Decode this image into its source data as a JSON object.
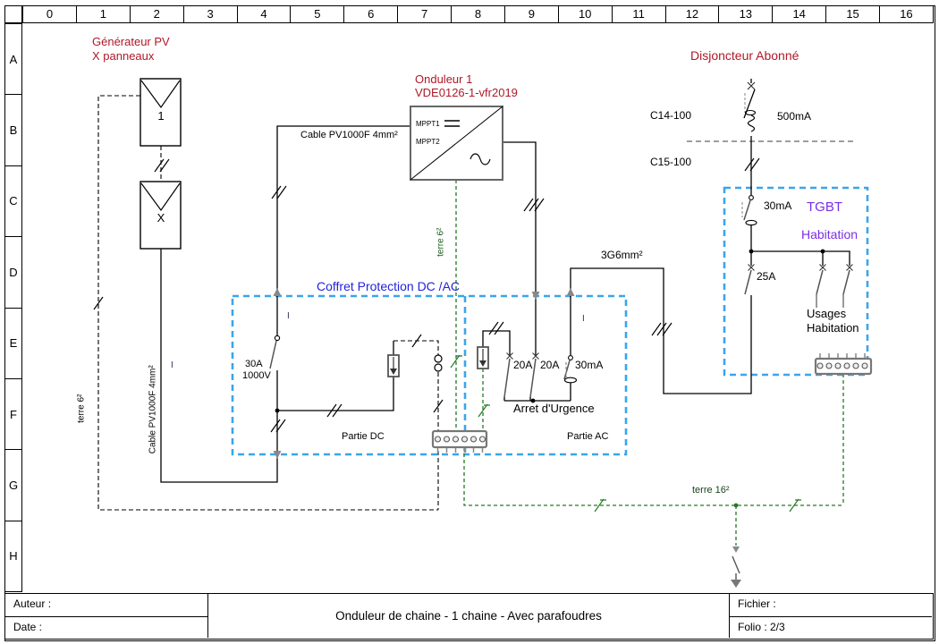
{
  "grid": {
    "cols": [
      "0",
      "1",
      "2",
      "3",
      "4",
      "5",
      "6",
      "7",
      "8",
      "9",
      "10",
      "11",
      "12",
      "13",
      "14",
      "15",
      "16"
    ],
    "rows": [
      "A",
      "B",
      "C",
      "D",
      "E",
      "F",
      "G",
      "H"
    ]
  },
  "labels": {
    "generateur_line1": "Générateur PV",
    "generateur_line2": "X panneaux",
    "panel_first": "1",
    "panel_last": "X",
    "cable_pv_horizontal": "Cable PV1000F 4mm²",
    "cable_pv_vertical": "Cable PV1000F 4mm²",
    "terre6_left": "terre 6²",
    "terre6_mid": "terre 6²",
    "terre16": "terre 16²",
    "onduleur_line1": "Onduleur 1",
    "onduleur_line2": "VDE0126-1-vfr2019",
    "mppt1": "MPPT1",
    "mppt2": "MPPT2",
    "disjoncteur_abonne": "Disjoncteur Abonné",
    "c14": "C14-100",
    "c15": "C15-100",
    "ma500": "500mA",
    "ma30_tgbt": "30mA",
    "tgbt": "TGBT",
    "tgbt_habitation": "Habitation",
    "a25": "25A",
    "usages_line1": "Usages",
    "usages_line2": "Habitation",
    "g3_6mm": "3G6mm²",
    "coffret_title": "Coffret Protection DC /AC",
    "a30": "30A",
    "v1000": "1000V",
    "partie_dc": "Partie DC",
    "partie_ac": "Partie AC",
    "a20_1": "20A",
    "a20_2": "20A",
    "ma30_ac": "30mA",
    "arret_urgence": "Arret d'Urgence",
    "i_mark_1": "I",
    "i_mark_2": "I",
    "i_mark_3": "I"
  },
  "titleblock": {
    "auteur": "Auteur :",
    "date": "Date :",
    "title": "Onduleur de chaine - 1 chaine - Avec parafoudres",
    "fichier": "Fichier :",
    "folio": "Folio : 2/3"
  },
  "colors": {
    "label_red": "#b01828",
    "label_blue": "#2323d8",
    "label_violet": "#7a2ee8",
    "enclosure_box_blue": "#3aa5ec",
    "earth_green": "#257a25",
    "separator_gray": "#909090"
  }
}
